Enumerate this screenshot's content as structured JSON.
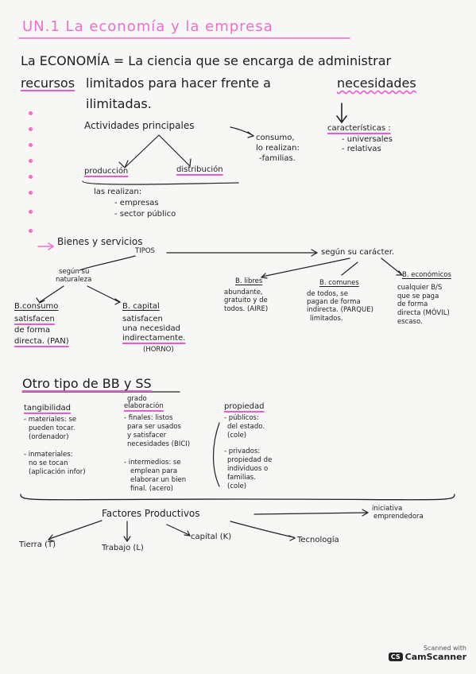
{
  "title": "UN.1 La economía y la empresa",
  "intro": {
    "l1": "La ECONOMÍA = La ciencia que se encarga de administrar",
    "recursos": "recursos",
    "limitados": "limitados para hacer frente a",
    "necesidades": "necesidades",
    "ilimitadas": "ilimitadas."
  },
  "actividades": {
    "label": "Actividades principales",
    "consumo": "consumo,",
    "consumo2": "lo realizan:",
    "consumo3": "-familias.",
    "produccion": "producción",
    "distribucion": "distribución",
    "realizan": "las realizan:",
    "empresas": "- empresas",
    "sector": "- sector público"
  },
  "caracteristicas": {
    "label": "características :",
    "universales": "- universales",
    "relativas": "- relativas"
  },
  "bienes": {
    "label": "Bienes y servicios",
    "tipos": "TIPOS",
    "segun_nat1": "según su",
    "segun_nat2": "naturaleza",
    "segun_car": "según su carácter.",
    "consumo": "B.consumo",
    "consumo_d1": "satisfacen",
    "consumo_d2": "de forma",
    "consumo_d3": "directa. (PAN)",
    "capital": "B. capital",
    "capital_d1": "satisfacen",
    "capital_d2": "una necesidad",
    "capital_d3": "indirectamente.",
    "capital_d4": "(HORNO)",
    "libres": "B. libres",
    "libres_d1": "abundante,",
    "libres_d2": "gratuito y de",
    "libres_d3": "todos. (AIRE)",
    "comunes": "B. comunes",
    "comunes_d1": "de todos, se",
    "comunes_d2": "pagan de forma",
    "comunes_d3": "indirecta. (PARQUE)",
    "comunes_d4": "limitados.",
    "economicos": "B. económicos",
    "economicos_d1": "cualquier B/S",
    "economicos_d2": "que se paga",
    "economicos_d3": "de forma",
    "economicos_d4": "directa (MÓVIL)",
    "economicos_d5": "escaso."
  },
  "otro": {
    "label": "Otro tipo de BB y SS",
    "tangibilidad": "tangibilidad",
    "mat1": "- materiales: se",
    "mat2": "pueden tocar.",
    "mat3": "(ordenador)",
    "inm1": "- inmateriales:",
    "inm2": "no se tocan",
    "inm3": "(aplicación infor)",
    "grado1": "grado",
    "grado2": "elaboración",
    "fin1": "- finales: listos",
    "fin2": "para ser usados",
    "fin3": "y satisfacer",
    "fin4": "necesidades (BICI)",
    "int1": "- intermedios: se",
    "int2": "emplean para",
    "int3": "elaborar un bien",
    "int4": "final. (acero)",
    "propiedad": "propiedad",
    "pub1": "- públicos:",
    "pub2": "del estado.",
    "pub3": "(cole)",
    "priv1": "- privados:",
    "priv2": "propiedad de",
    "priv3": "individuos o",
    "priv4": "familias.",
    "priv5": "(cole)"
  },
  "factores": {
    "label": "Factores Productivos",
    "tierra": "Tierra (T)",
    "trabajo": "Trabajo (L)",
    "capital": "capital (K)",
    "tecnologia": "Tecnología",
    "iniciativa1": "iniciativa",
    "iniciativa2": "emprendedora"
  },
  "badge": {
    "top": "Scanned with",
    "logo": "CS",
    "name": "CamScanner"
  }
}
